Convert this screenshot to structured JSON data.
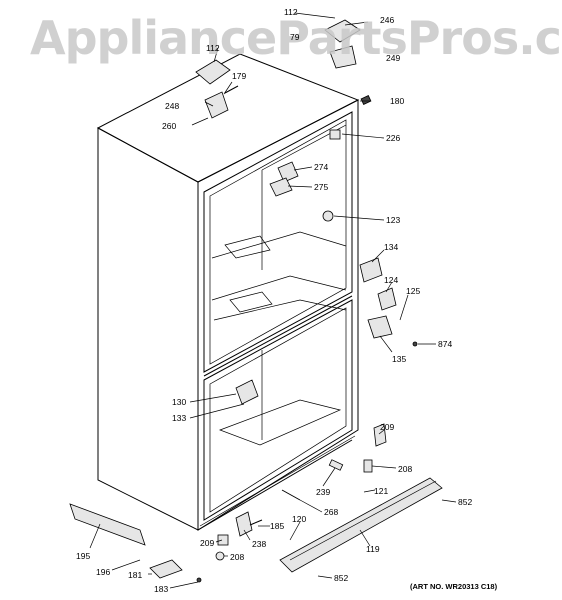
{
  "watermark": "AppliancePartsPros.com",
  "art_number": "(ART NO. WR20313 C18)",
  "callouts": {
    "c112a": "112",
    "c246": "246",
    "c79": "79",
    "c112b": "112",
    "c249": "249",
    "c179": "179",
    "c248": "248",
    "c260": "260",
    "c180": "180",
    "c226": "226",
    "c274": "274",
    "c275": "275",
    "c123": "123",
    "c134": "134",
    "c124": "124",
    "c125": "125",
    "c874": "874",
    "c135": "135",
    "c130": "130",
    "c133": "133",
    "c209a": "209",
    "c208a": "208",
    "c239": "239",
    "c121": "121",
    "c852a": "852",
    "c268": "268",
    "c120": "120",
    "c185": "185",
    "c238": "238",
    "c209b": "209",
    "c208b": "208",
    "c195": "195",
    "c196": "196",
    "c181": "181",
    "c183": "183",
    "c119": "119",
    "c852b": "852"
  }
}
